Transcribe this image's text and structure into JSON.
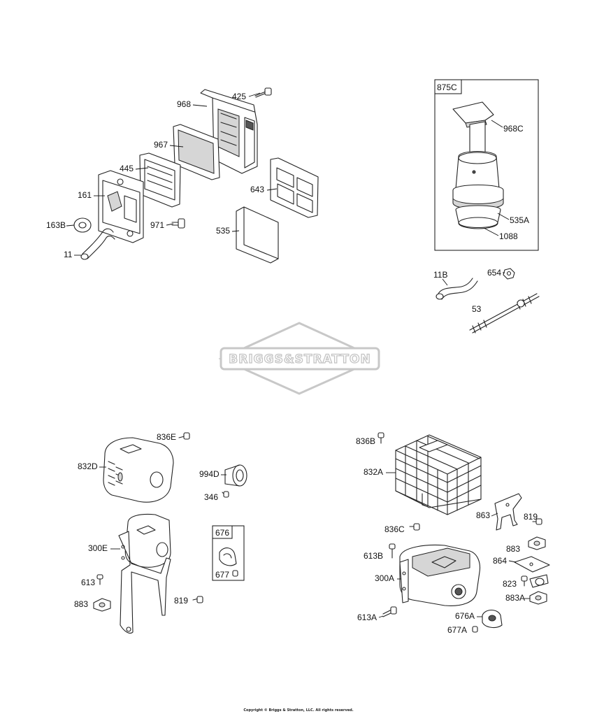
{
  "watermark": {
    "brand_text": "BRIGGS&STRATTON"
  },
  "labels": {
    "p425": "425",
    "p968": "968",
    "p967": "967",
    "p445": "445",
    "p161": "161",
    "p643": "643",
    "p163B": "163B",
    "p971": "971",
    "p535": "535",
    "p11": "11",
    "p875C": "875C",
    "p968C": "968C",
    "p535A": "535A",
    "p1088": "1088",
    "p11B": "11B",
    "p654": "654",
    "p53": "53",
    "p836E": "836E",
    "p832D": "832D",
    "p994D": "994D",
    "p346": "346",
    "p300E": "300E",
    "p676": "676",
    "p677": "677",
    "p613": "613",
    "p819L": "819",
    "p883L": "883",
    "p836B": "836B",
    "p832A": "832A",
    "p863": "863",
    "p819R": "819",
    "p836C": "836C",
    "p883R": "883",
    "p613B": "613B",
    "p864": "864",
    "p300A": "300A",
    "p823": "823",
    "p883A": "883A",
    "p613A": "613A",
    "p676A": "676A",
    "p677A": "677A"
  },
  "footer": {
    "copyright": "Copyright © Briggs & Stratton, LLC. All rights reserved."
  }
}
